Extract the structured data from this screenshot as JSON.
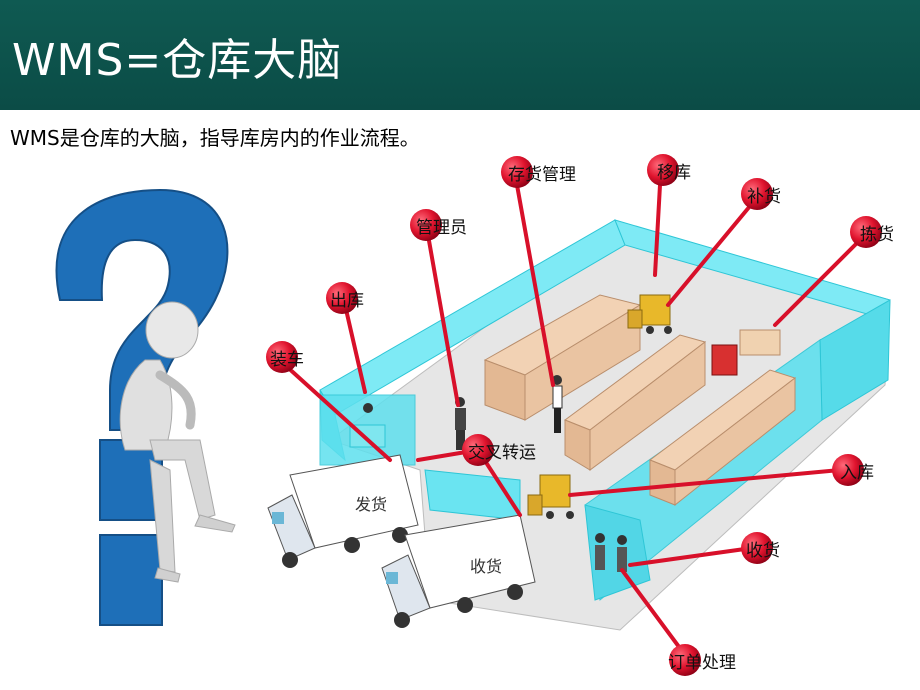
{
  "slide": {
    "title": "WMS=仓库大脑",
    "subtitle": "WMS是仓库的大脑，指导库房内的作业流程。"
  },
  "trucks": [
    {
      "text": "发货"
    },
    {
      "text": "收货"
    }
  ],
  "labels": [
    {
      "text": "存货管理"
    },
    {
      "text": "移库"
    },
    {
      "text": "补货"
    },
    {
      "text": "拣货"
    },
    {
      "text": "管理员"
    },
    {
      "text": "出库"
    },
    {
      "text": "装车"
    },
    {
      "text": "交叉转运"
    },
    {
      "text": "入库"
    },
    {
      "text": "收货"
    },
    {
      "text": "订单处理"
    }
  ],
  "colors": {
    "header": "#0b4c46",
    "pin": "#d8102a",
    "wall": "#3fe0f0",
    "question": "#1e6fb8"
  }
}
